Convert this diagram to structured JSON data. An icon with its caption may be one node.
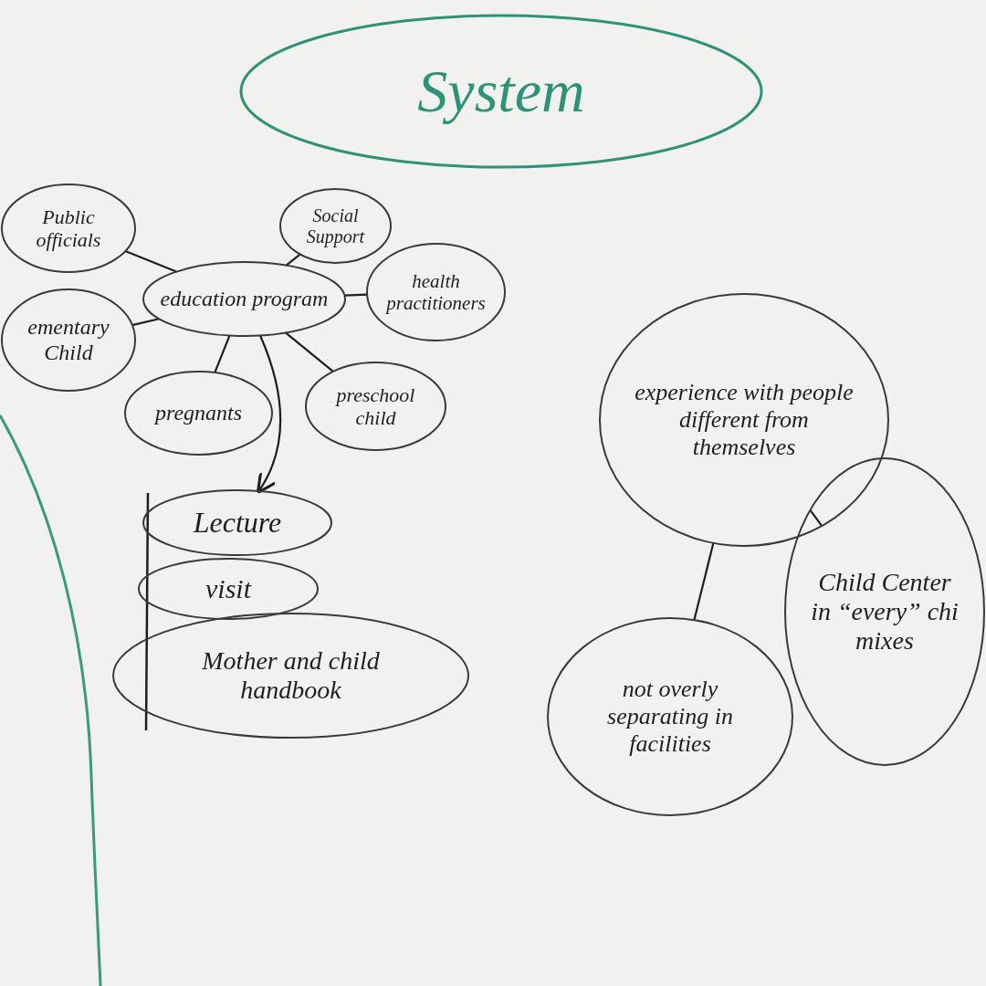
{
  "diagram": {
    "nodes": [
      {
        "text": [
          "System"
        ]
      },
      {
        "text": [
          "Public officials"
        ]
      },
      {
        "text": [
          "education program"
        ]
      },
      {
        "text": [
          "Social Support"
        ]
      },
      {
        "text": [
          "health practitioners"
        ]
      },
      {
        "text": [
          "ementary Child"
        ]
      },
      {
        "text": [
          "pregnants"
        ]
      },
      {
        "text": [
          "preschool child"
        ]
      },
      {
        "text": [
          "Lecture"
        ]
      },
      {
        "text": [
          "visit"
        ]
      },
      {
        "text": [
          "Mother and child handbook"
        ]
      },
      {
        "text": [
          "experience with people different from themselves"
        ]
      },
      {
        "text": [
          "not overly separating in facilities"
        ]
      },
      {
        "text": [
          "Child Center in “every” chi mixes"
        ]
      }
    ],
    "edges": [
      {
        "from": 1,
        "to": 2,
        "arrow": "none"
      },
      {
        "from": 2,
        "to": 3,
        "arrow": "none"
      },
      {
        "from": 2,
        "to": 4,
        "arrow": "none"
      },
      {
        "from": 2,
        "to": 5,
        "arrow": "none"
      },
      {
        "from": 2,
        "to": 6,
        "arrow": "none"
      },
      {
        "from": 2,
        "to": 7,
        "arrow": "none"
      },
      {
        "from": 2,
        "to": 8,
        "arrow": "to"
      },
      {
        "from": 11,
        "to": 12,
        "arrow": "none"
      },
      {
        "from": 11,
        "to": 13,
        "arrow": "none"
      }
    ]
  }
}
